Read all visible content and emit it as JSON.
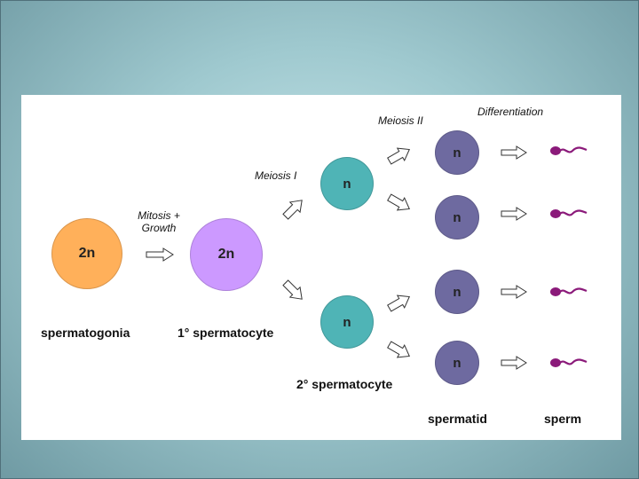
{
  "labels": {
    "spermatogonia": "spermatogonia",
    "primary_spermatocyte": "1° spermatocyte",
    "secondary_spermatocyte": "2° spermatocyte",
    "spermatid": "spermatid",
    "sperm": "sperm"
  },
  "processes": {
    "mitosis_line1": "Mitosis +",
    "mitosis_line2": "Growth",
    "meiosis_1": "Meiosis I",
    "meiosis_2": "Meiosis II",
    "differentiation": "Differentiation"
  },
  "cells": {
    "spermatogonia_ploidy": "2n",
    "primary_spermatocyte_ploidy": "2n",
    "secondary_ploidy": [
      "n",
      "n"
    ],
    "spermatid_ploidy": [
      "n",
      "n",
      "n",
      "n"
    ]
  },
  "colors": {
    "spermatogonia": "#ffb05a",
    "primary_spermatocyte": "#cc99ff",
    "secondary_spermatocyte": "#4fb4b6",
    "spermatid": "#6e6aa0",
    "sperm": "#8b1a7a"
  }
}
